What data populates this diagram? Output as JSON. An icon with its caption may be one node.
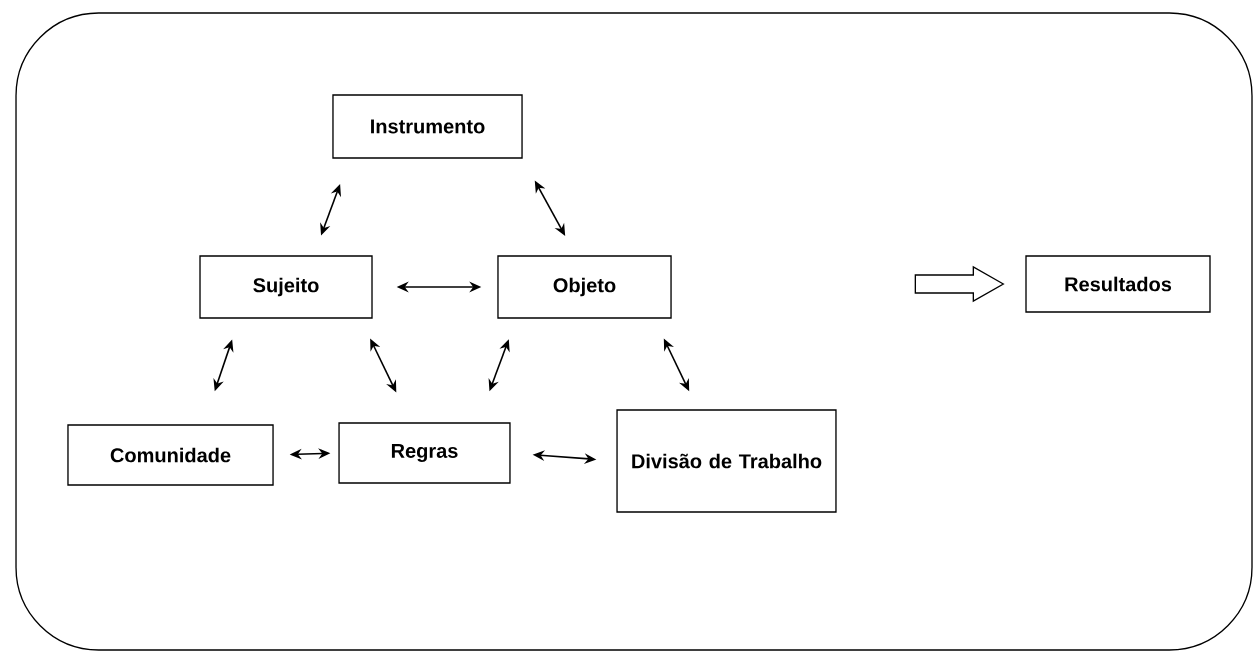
{
  "diagram": {
    "nodes": [
      {
        "text": [
          "Instrumento"
        ]
      },
      {
        "text": [
          "Sujeito"
        ]
      },
      {
        "text": [
          "Objeto"
        ]
      },
      {
        "text": [
          "Resultados"
        ]
      },
      {
        "text": [
          "Comunidade"
        ]
      },
      {
        "text": [
          "Regras"
        ]
      },
      {
        "text": [
          "Divisão de Trabalho"
        ]
      }
    ],
    "edges": [
      {
        "from": 0,
        "to": 1,
        "arrow": "both"
      },
      {
        "from": 0,
        "to": 2,
        "arrow": "both"
      },
      {
        "from": 1,
        "to": 2,
        "arrow": "both"
      },
      {
        "from": null,
        "to": 3,
        "arrow": "to",
        "style": "thick"
      },
      {
        "from": 1,
        "to": 4,
        "arrow": "both"
      },
      {
        "from": 1,
        "to": 5,
        "arrow": "both"
      },
      {
        "from": 2,
        "to": 5,
        "arrow": "both"
      },
      {
        "from": 2,
        "to": 6,
        "arrow": "both"
      },
      {
        "from": 4,
        "to": 5,
        "arrow": "both"
      },
      {
        "from": 5,
        "to": 6,
        "arrow": "both"
      }
    ]
  }
}
